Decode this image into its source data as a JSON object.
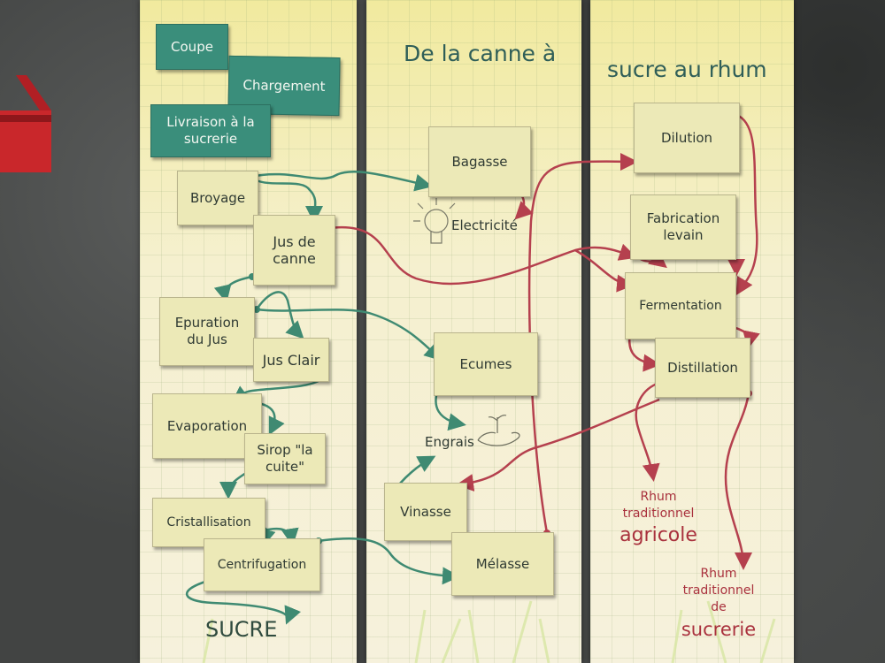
{
  "title": {
    "part1": "De la canne à",
    "part2": "sucre au rhum"
  },
  "steps": {
    "coupe": "Coupe",
    "chargement": "Chargement",
    "livraison": "Livraison à la sucrerie",
    "broyage": "Broyage",
    "jus_de_canne": "Jus de canne",
    "epuration": "Epuration du Jus",
    "jus_clair": "Jus Clair",
    "evaporation": "Evaporation",
    "sirop": "Sirop \"la cuite\"",
    "cristallisation": "Cristallisation",
    "centrifugation": "Centrifugation",
    "sucre": "SUCRE",
    "bagasse": "Bagasse",
    "electricite": "Electricité",
    "ecumes": "Ecumes",
    "engrais": "Engrais",
    "vinasse": "Vinasse",
    "melasse": "Mélasse",
    "dilution": "Dilution",
    "fabrication_levain": "Fabrication levain",
    "fermentation": "Fermentation",
    "distillation": "Distillation"
  },
  "products": {
    "agricole_line1": "Rhum",
    "agricole_line2": "traditionnel",
    "agricole_line3": "agricole",
    "sucrerie_line1": "Rhum",
    "sucrerie_line2": "traditionnel",
    "sucrerie_line3": "de",
    "sucrerie_line4": "sucrerie"
  },
  "colors": {
    "teal": "#3a8e7b",
    "green_arrow": "#3f8a72",
    "red_arrow": "#b5404e",
    "banner": "#f4ecc6"
  }
}
